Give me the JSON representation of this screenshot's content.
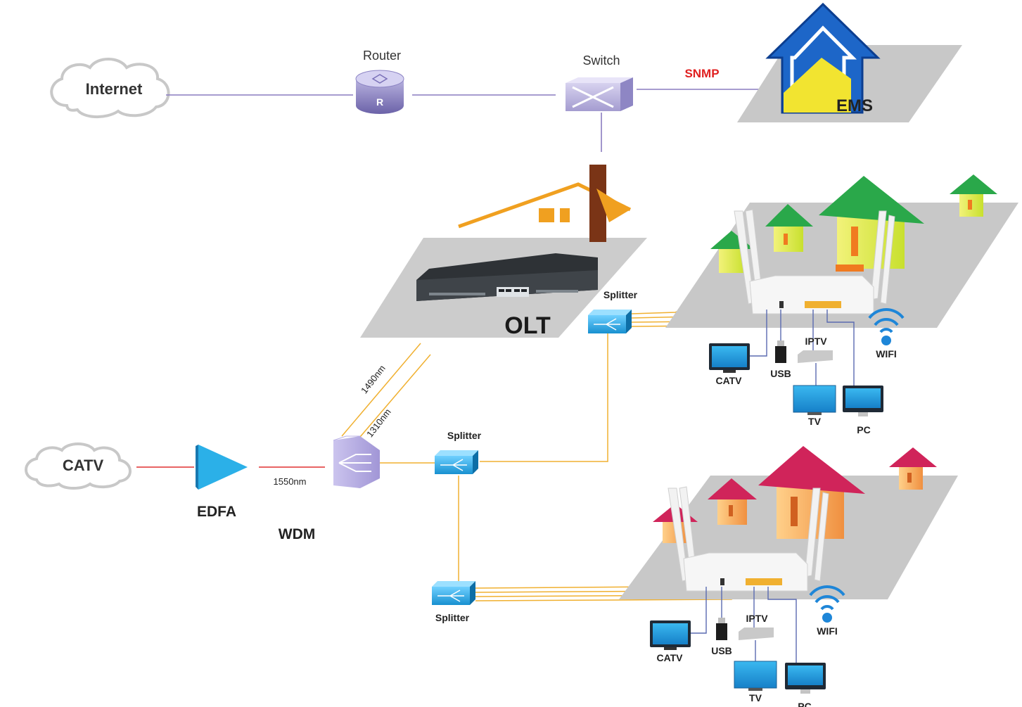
{
  "clouds": {
    "internet": "Internet",
    "catv": "CATV"
  },
  "devices": {
    "router": "Router",
    "router_glyph": "R",
    "switch": "Switch",
    "edfa": "EDFA",
    "wdm": "WDM",
    "olt": "OLT",
    "ems": "EMS"
  },
  "links": {
    "snmp": "SNMP",
    "w1550": "1550nm",
    "w1490": "1490nm",
    "w1310": "1310nm"
  },
  "splitters": {
    "upper": "Splitter",
    "middle": "Splitter",
    "lower": "Splitter"
  },
  "onu_upper": {
    "catv": "CATV",
    "usb": "USB",
    "iptv": "IPTV",
    "tv": "TV",
    "pc": "PC",
    "wifi": "WIFI"
  },
  "onu_lower": {
    "catv": "CATV",
    "usb": "USB",
    "iptv": "IPTV",
    "tv": "TV",
    "pc": "PC",
    "wifi": "WIFI"
  },
  "colors": {
    "fiber": "#f0b030",
    "network_line": "#8a7cc0",
    "catv_line": "#e03030",
    "snmp": "#e02020",
    "splitter": "#29a8e0",
    "edfa": "#2bb0e8",
    "house_green_roof": "#2aa84a",
    "house_red_roof": "#d0245a"
  }
}
